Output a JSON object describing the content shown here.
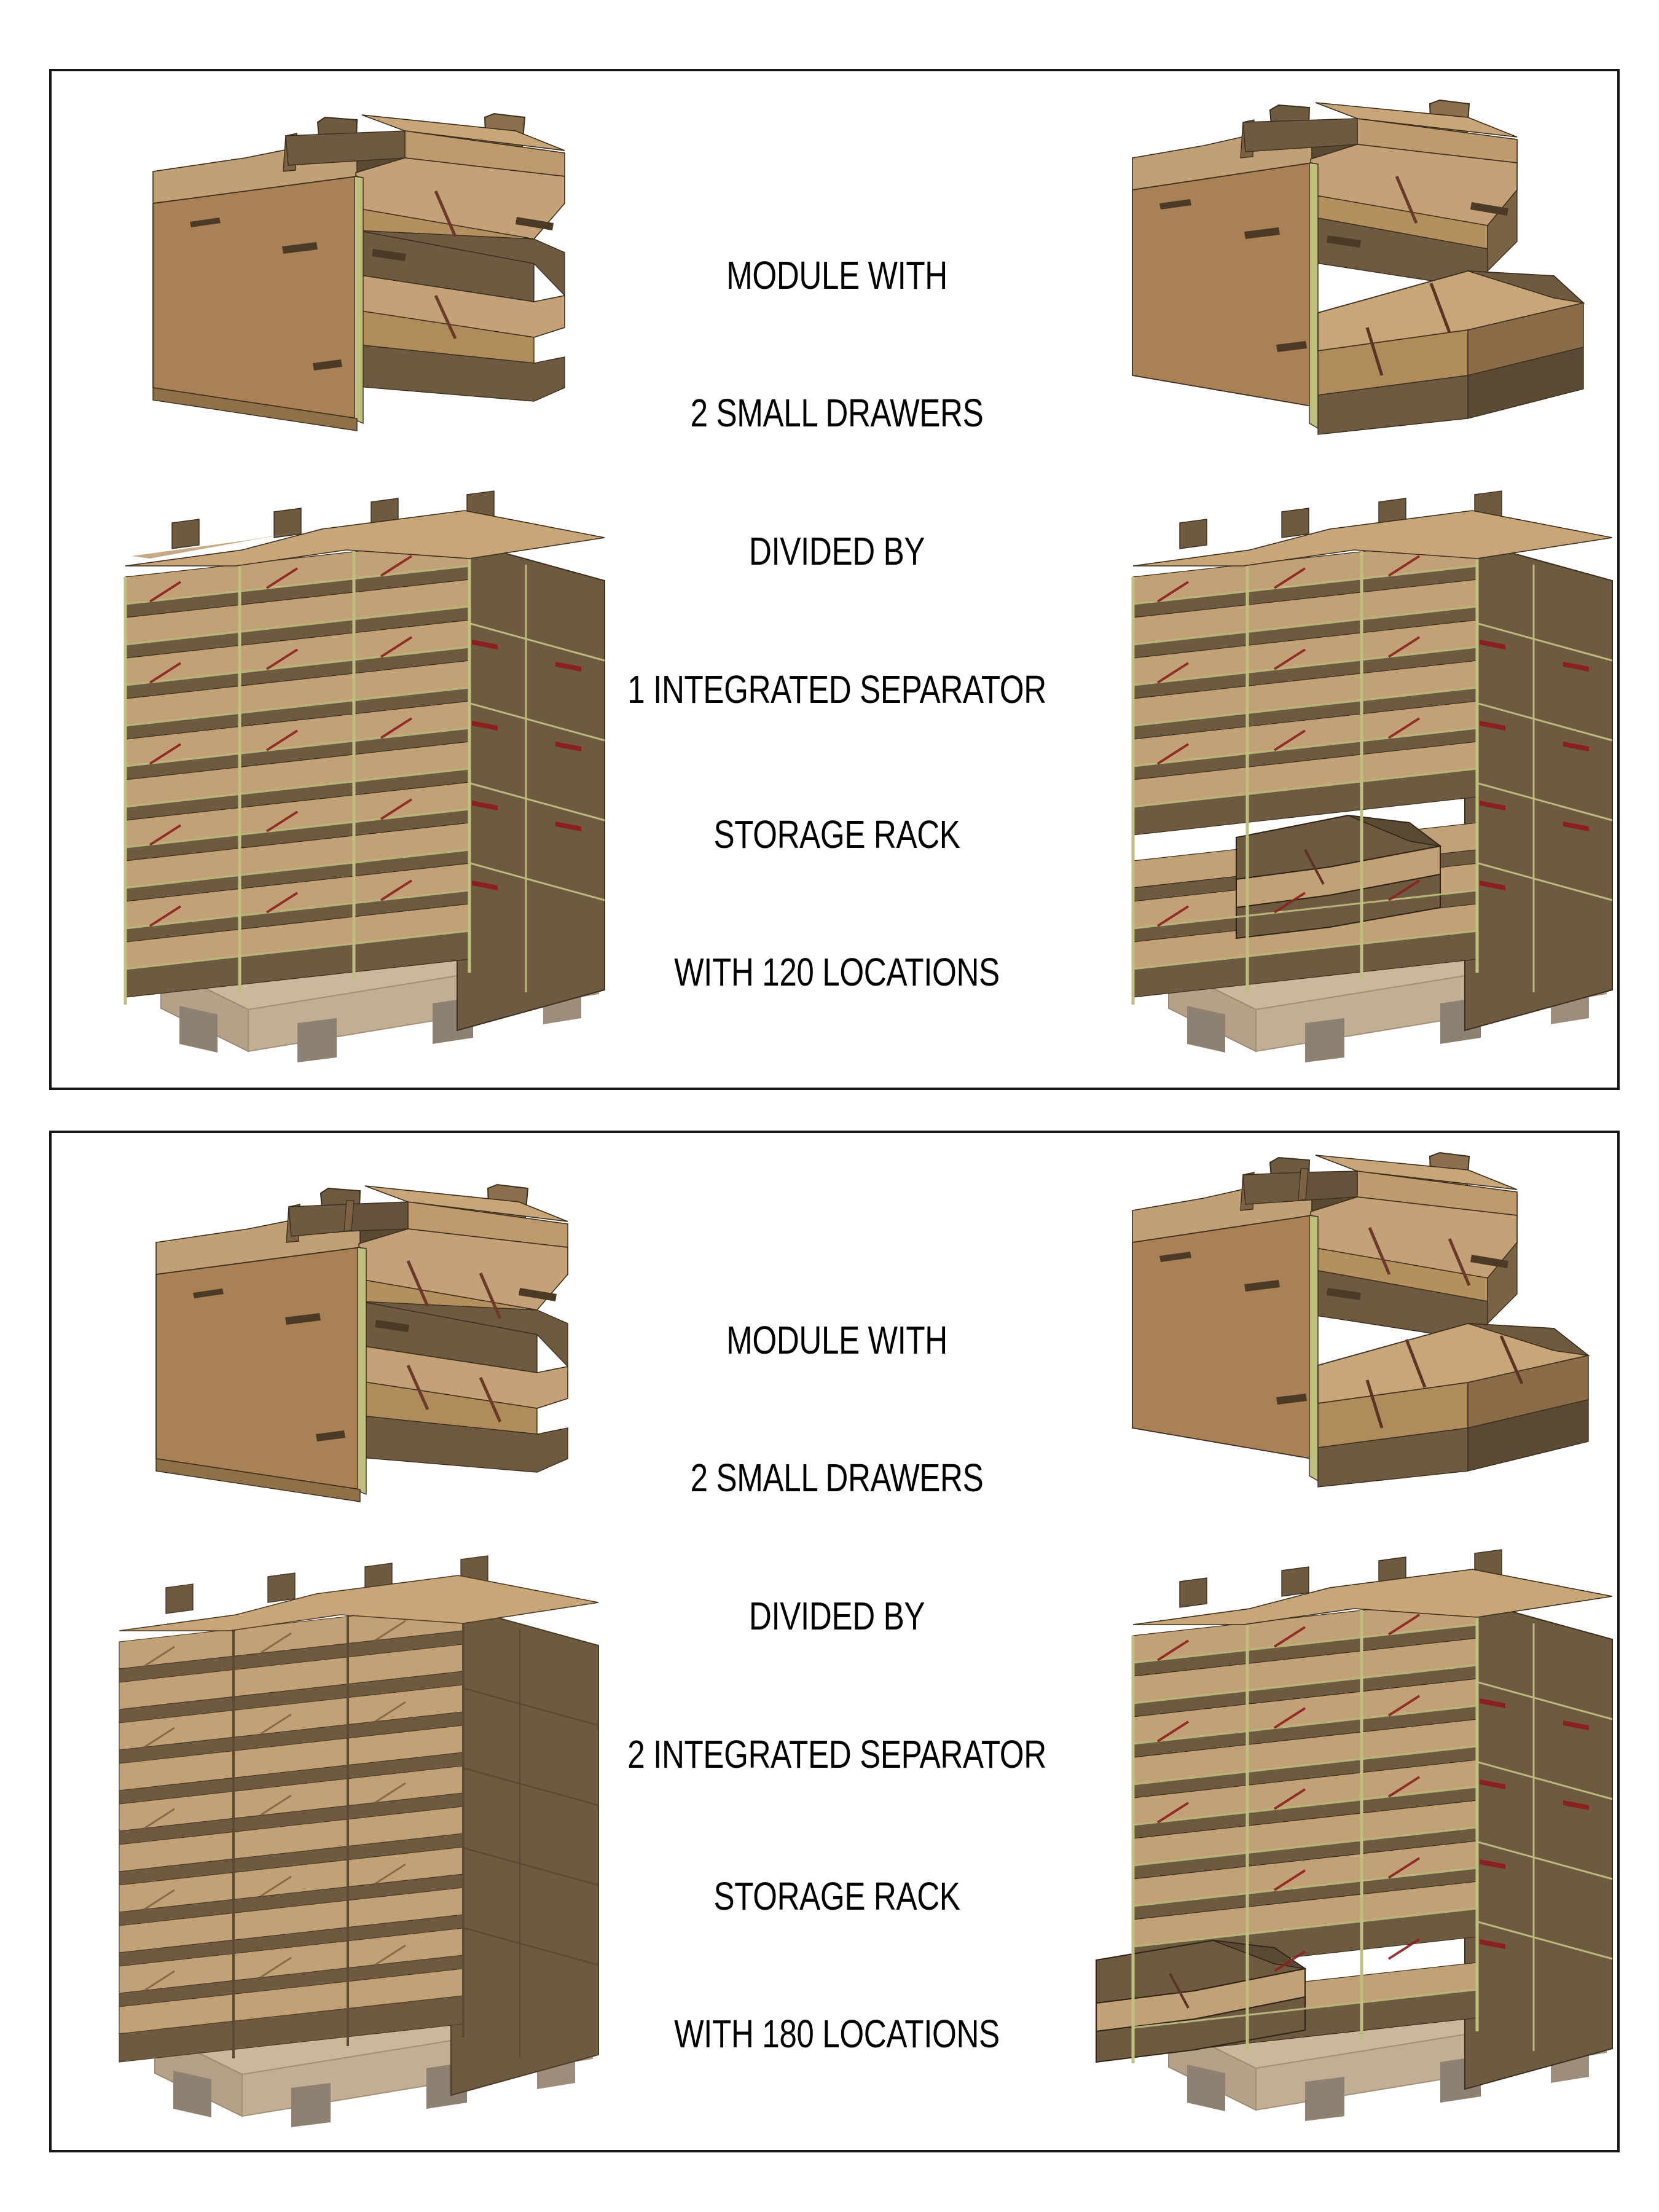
{
  "document": {
    "type": "technical-product-sheet",
    "background": "#ffffff",
    "border_color": "#17181a"
  },
  "palette": {
    "card_light": "#C9A678",
    "card_face": "#A98155",
    "card_mid": "#9A7A4E",
    "card_dark": "#6E5A40",
    "card_darker": "#5B4A33",
    "card_shadow": "#7A6242",
    "edge_green": "#BFC07F",
    "edge_green_dark": "#9AA05C",
    "accent_red": "#8B2020",
    "accent_red_soft": "#A33A2A",
    "slot_dark": "#4A3A26",
    "pallet_light": "#CBB79C",
    "pallet_mid": "#B5A188",
    "pallet_dark": "#8F8171",
    "outline": "#3A2E1E",
    "text": "#000000"
  },
  "panels": [
    {
      "id": "panel-1",
      "module_caption": {
        "lines": [
          "MODULE WITH",
          "2 SMALL DRAWERS",
          "DIVIDED BY",
          "1 INTEGRATED SEPARATOR"
        ]
      },
      "rack_caption": {
        "lines": [
          "STORAGE RACK",
          "WITH 120 LOCATIONS"
        ]
      },
      "figures": [
        {
          "name": "module-closed-1sep",
          "view": "closed",
          "separators": 1,
          "drawers": 2,
          "compartments_per_drawer": 2
        },
        {
          "name": "module-open-1sep",
          "view": "drawer-extended",
          "separators": 1,
          "drawers": 2,
          "compartments_per_drawer": 2
        },
        {
          "name": "rack-closed-120",
          "view": "pallet-stack",
          "columns": 3,
          "levels": 10,
          "locations": 120,
          "has_open_drawer": false,
          "highlight_edges": true
        },
        {
          "name": "rack-open-120",
          "view": "pallet-stack",
          "columns": 3,
          "levels": 10,
          "locations": 120,
          "has_open_drawer": true,
          "highlight_edges": true
        }
      ]
    },
    {
      "id": "panel-2",
      "module_caption": {
        "lines": [
          "MODULE WITH",
          "2 SMALL DRAWERS",
          "DIVIDED BY",
          "2 INTEGRATED SEPARATOR"
        ]
      },
      "rack_caption": {
        "lines": [
          "STORAGE RACK",
          "WITH 180 LOCATIONS"
        ]
      },
      "figures": [
        {
          "name": "module-closed-2sep",
          "view": "closed",
          "separators": 2,
          "drawers": 2,
          "compartments_per_drawer": 3
        },
        {
          "name": "module-open-2sep",
          "view": "drawer-extended",
          "separators": 2,
          "drawers": 2,
          "compartments_per_drawer": 3
        },
        {
          "name": "rack-closed-180",
          "view": "pallet-stack",
          "columns": 3,
          "levels": 10,
          "locations": 180,
          "has_open_drawer": false,
          "highlight_edges": false
        },
        {
          "name": "rack-open-180",
          "view": "pallet-stack",
          "columns": 3,
          "levels": 10,
          "locations": 180,
          "has_open_drawer": true,
          "highlight_edges": true
        }
      ]
    }
  ]
}
